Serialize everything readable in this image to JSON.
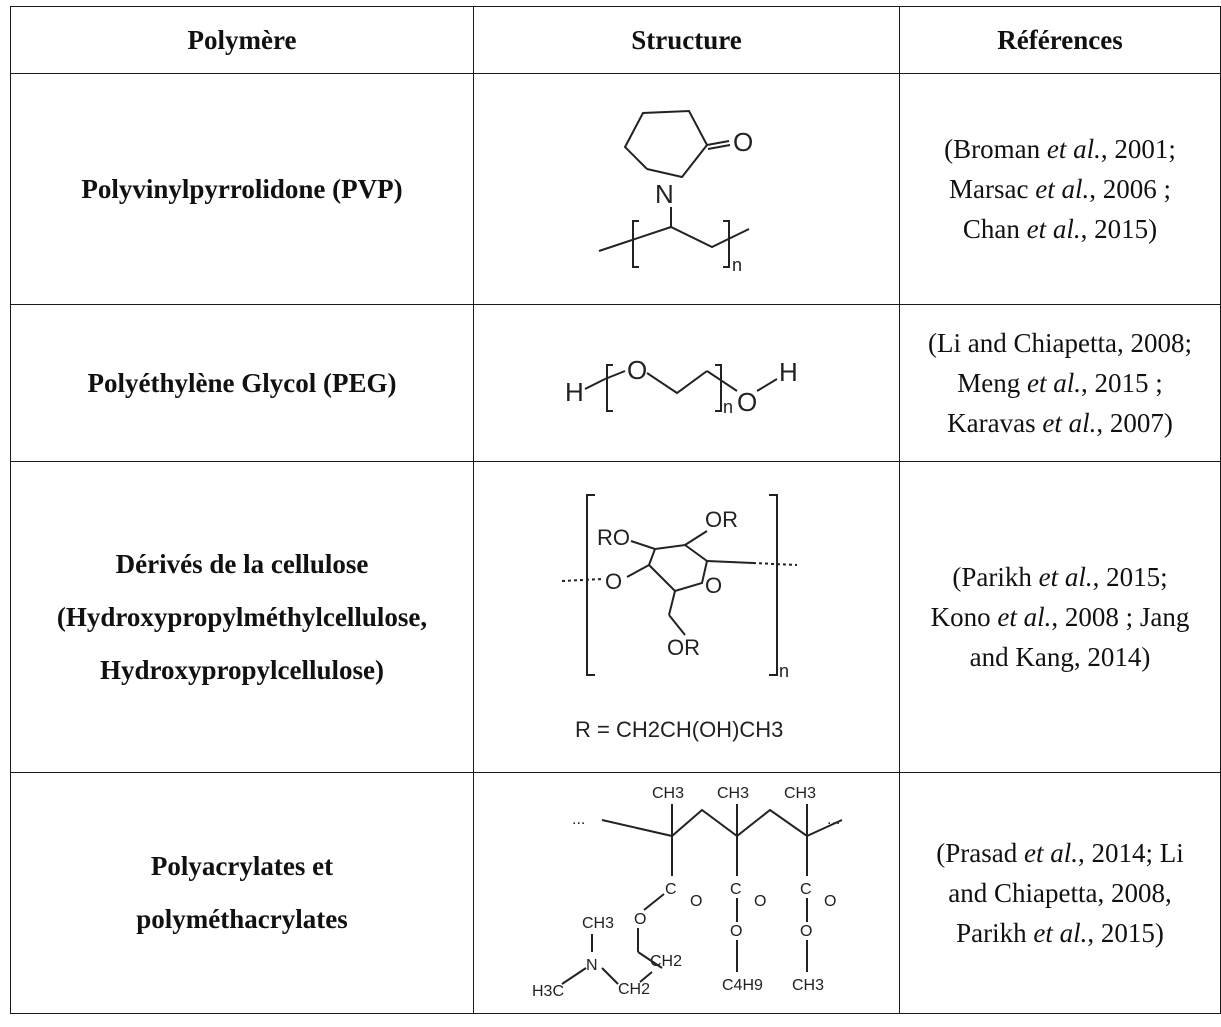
{
  "table": {
    "headers": {
      "polymer": "Polymère",
      "structure": "Structure",
      "references": "Références"
    },
    "rows": [
      {
        "name": "Polyvinylpyrrolidone (PVP)",
        "refs": [
          {
            "pre": "(Broman ",
            "etal": "et al.",
            "post": ", 2001;"
          },
          {
            "pre": "Marsac ",
            "etal": "et al.",
            "post": ", 2006 ;"
          },
          {
            "pre": "Chan ",
            "etal": "et al.",
            "post": ", 2015)"
          }
        ],
        "structure": {
          "n": "N",
          "o": "O",
          "sub": "n"
        }
      },
      {
        "name": "Polyéthylène Glycol (PEG)",
        "refs": [
          {
            "pre": "(Li and Chiapetta, 2008;",
            "etal": "",
            "post": ""
          },
          {
            "pre": "Meng ",
            "etal": "et al.",
            "post": ", 2015 ;"
          },
          {
            "pre": "Karavas ",
            "etal": "et al.",
            "post": ", 2007)"
          }
        ],
        "structure": {
          "h_left": "H",
          "o1": "O",
          "sub": "n",
          "o2": "O",
          "h_right": "H"
        }
      },
      {
        "name_lines": [
          "Dérivés de la cellulose",
          "(Hydroxypropylméthylcellulose,",
          "Hydroxypropylcellulose)"
        ],
        "refs": [
          {
            "pre": "(Parikh ",
            "etal": "et al.",
            "post": ",  2015;"
          },
          {
            "pre": "Kono ",
            "etal": "et al.",
            "post": ", 2008 ; Jang"
          },
          {
            "pre": "and Kang, 2014)",
            "etal": "",
            "post": ""
          }
        ],
        "structure": {
          "ro": "RO",
          "or_top": "OR",
          "o_left": "O",
          "o_ring": "O",
          "or_bottom": "OR",
          "sub": "n",
          "r_def": "R = CH2CH(OH)CH3"
        }
      },
      {
        "name_lines": [
          "Polyacrylates et",
          "polyméthacrylates"
        ],
        "refs": [
          {
            "pre": "(Prasad ",
            "etal": "et al.",
            "post": ", 2014; Li"
          },
          {
            "pre": "and Chiapetta, 2008,",
            "etal": "",
            "post": ""
          },
          {
            "pre": "Parikh ",
            "etal": "et al.",
            "post": ", 2015)"
          }
        ],
        "structure": {
          "ch3": "CH3",
          "c": "C",
          "o": "O",
          "n": "N",
          "ch2": "CH2",
          "h3c": "H3C",
          "c4h9": "C4H9",
          "ellipsis": "..."
        }
      }
    ]
  }
}
